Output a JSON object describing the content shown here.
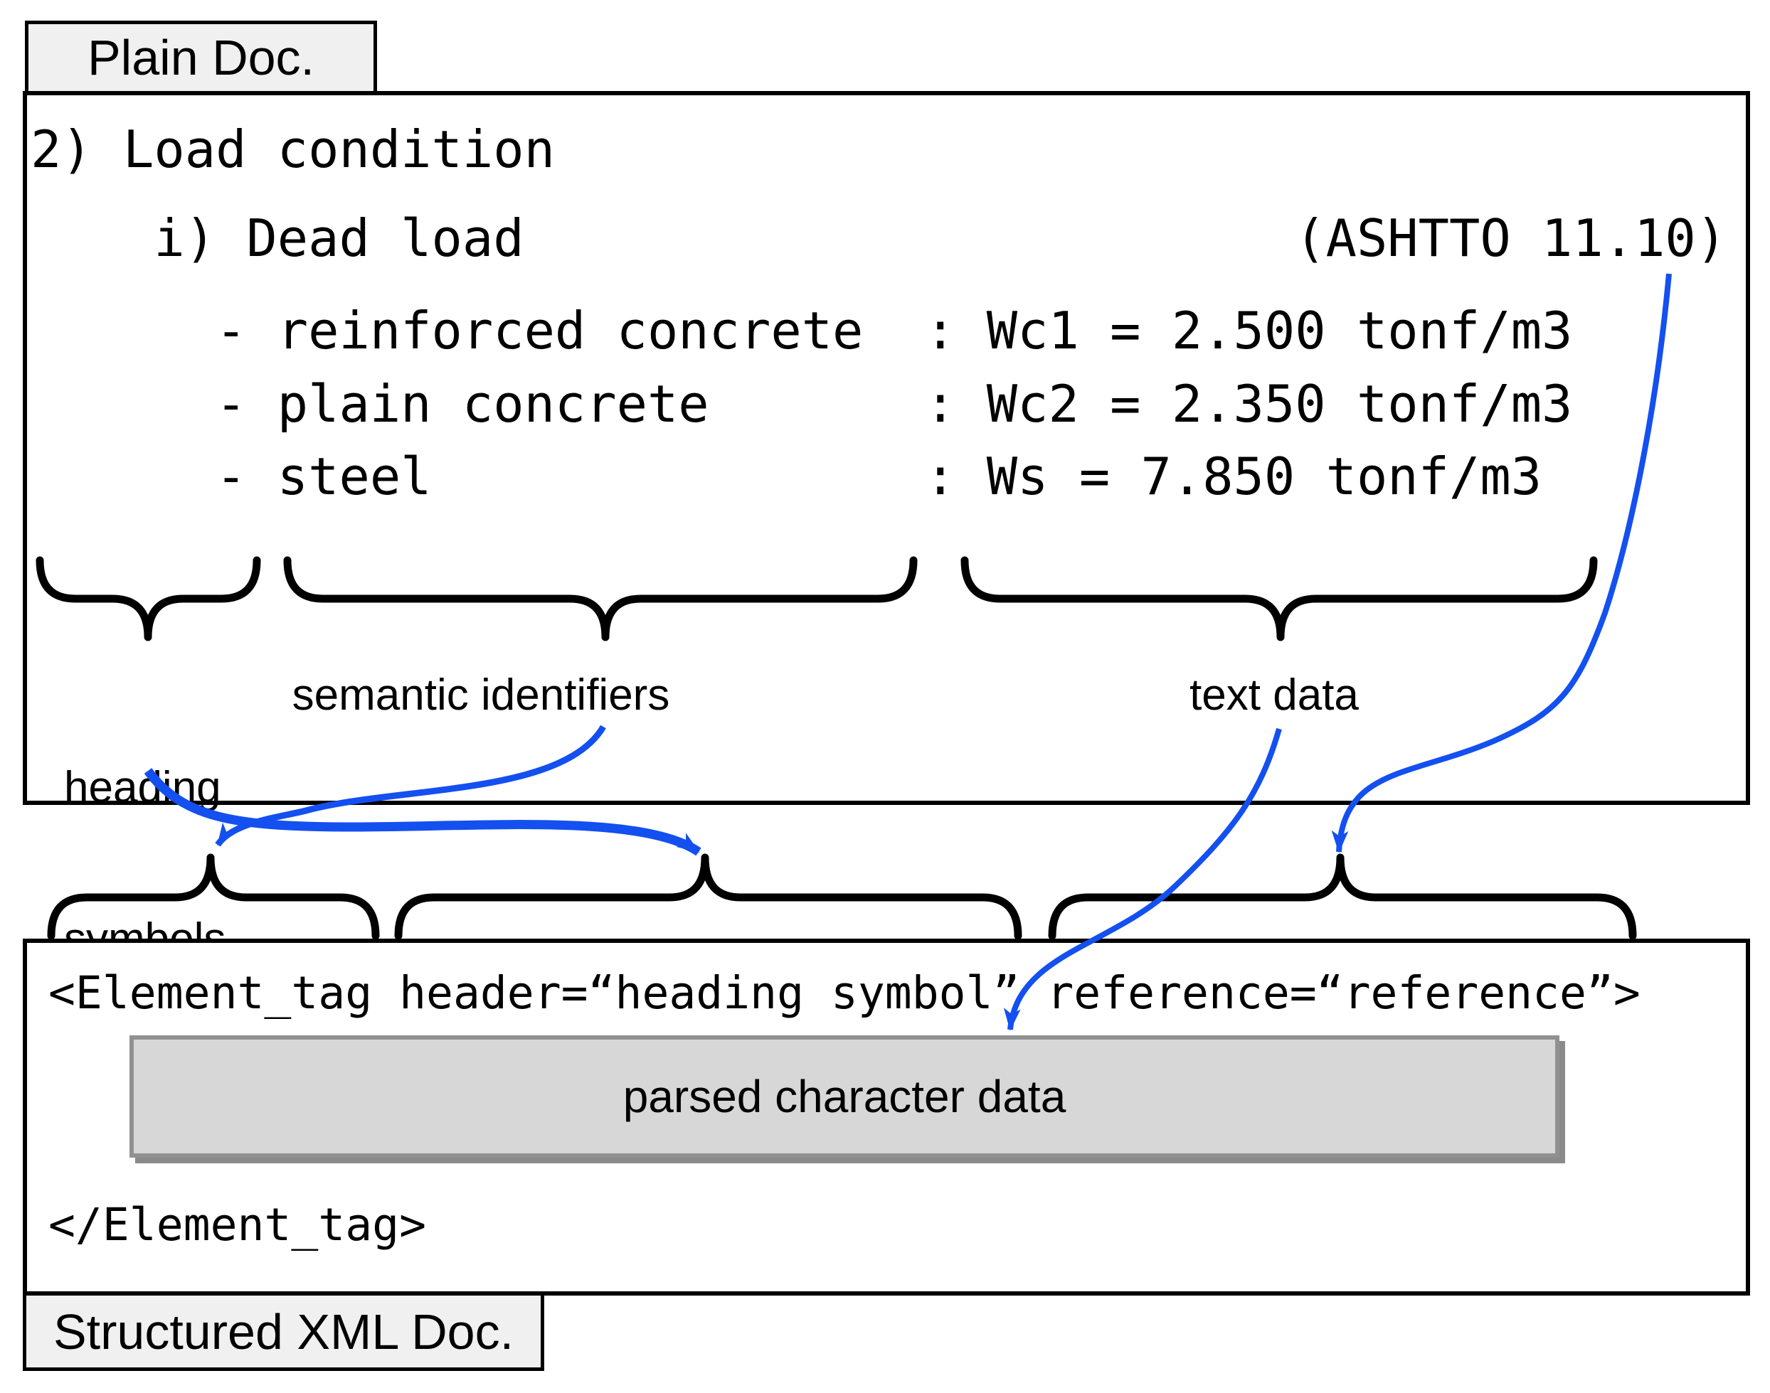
{
  "plain_doc": {
    "tab_label": "Plain Doc.",
    "lines": [
      "2) Load condition",
      "    i) Dead load                         (ASHTTO 11.10)",
      "      - reinforced concrete  : Wc1 = 2.500 tonf/m3",
      "      - plain concrete       : Wc2 = 2.350 tonf/m3",
      "      - steel                : Ws = 7.850 tonf/m3"
    ],
    "annotations": {
      "heading_line1": "heading",
      "heading_line2": "symbols",
      "semantic": "semantic identifiers",
      "text_data": "text data"
    }
  },
  "xml_doc": {
    "tab_label": "Structured XML Doc.",
    "open_tag": "<Element_tag header=“heading symbol” reference=“reference”>",
    "parsed_data": "parsed character data",
    "close_tag": "</Element_tag>"
  },
  "colors": {
    "arrow_blue": "#1450f0"
  }
}
